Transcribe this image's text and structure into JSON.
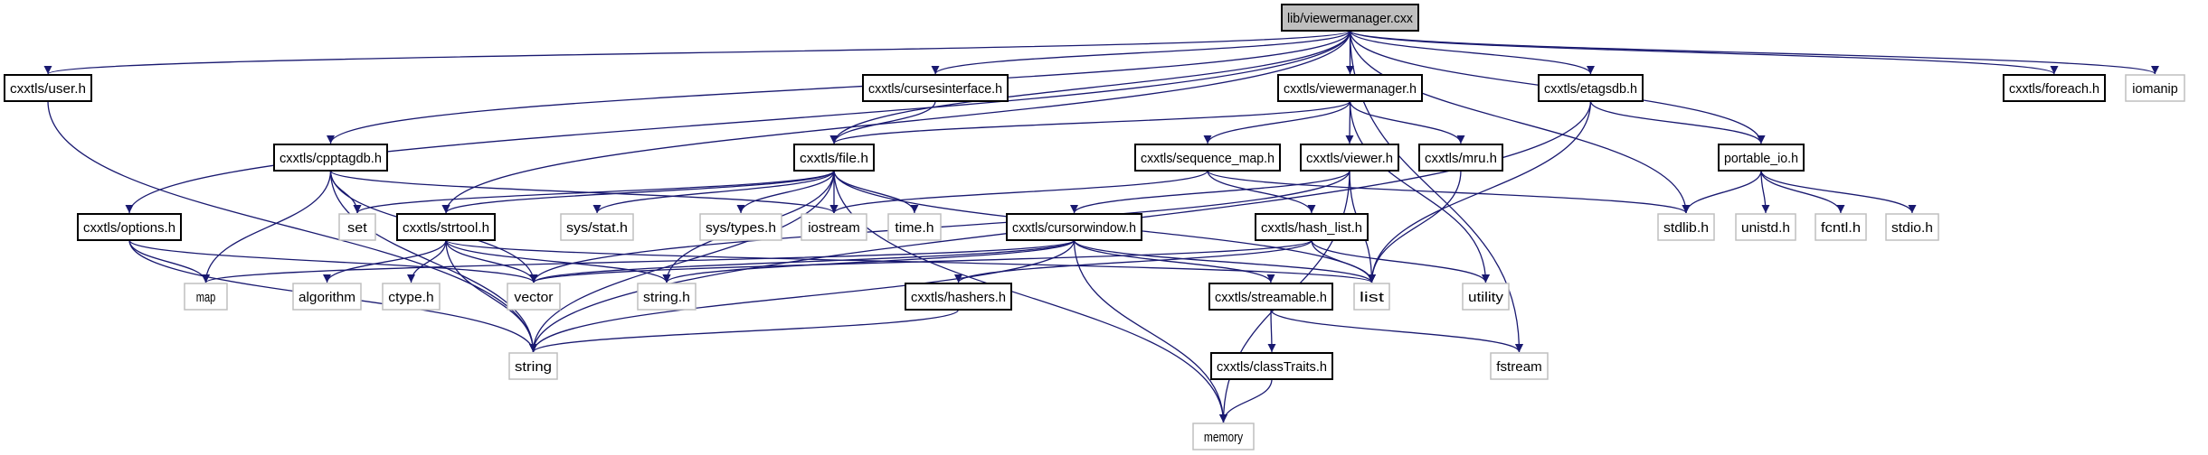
{
  "title": "lib/viewermanager.cxx",
  "colors": {
    "edge": "#191970",
    "root_fill": "#bfbfbf",
    "system_border": "#bfbfbf",
    "project_border": "#000000"
  },
  "nodes": [
    {
      "id": "root",
      "label": "lib/viewermanager.cxx",
      "kind": "root"
    },
    {
      "id": "user",
      "label": "cxxtls/user.h",
      "kind": "project"
    },
    {
      "id": "curses",
      "label": "cxxtls/cursesinterface.h",
      "kind": "project"
    },
    {
      "id": "vmh",
      "label": "cxxtls/viewermanager.h",
      "kind": "project"
    },
    {
      "id": "etags",
      "label": "cxxtls/etagsdb.h",
      "kind": "project"
    },
    {
      "id": "foreach",
      "label": "cxxtls/foreach.h",
      "kind": "project"
    },
    {
      "id": "iomanip",
      "label": "iomanip",
      "kind": "system"
    },
    {
      "id": "cpptag",
      "label": "cxxtls/cpptagdb.h",
      "kind": "project"
    },
    {
      "id": "file",
      "label": "cxxtls/file.h",
      "kind": "project"
    },
    {
      "id": "seqmap",
      "label": "cxxtls/sequence_map.h",
      "kind": "project"
    },
    {
      "id": "viewer",
      "label": "cxxtls/viewer.h",
      "kind": "project"
    },
    {
      "id": "mru",
      "label": "cxxtls/mru.h",
      "kind": "project"
    },
    {
      "id": "portable",
      "label": "portable_io.h",
      "kind": "project"
    },
    {
      "id": "options",
      "label": "cxxtls/options.h",
      "kind": "project"
    },
    {
      "id": "set",
      "label": "set",
      "kind": "system"
    },
    {
      "id": "strtool",
      "label": "cxxtls/strtool.h",
      "kind": "project"
    },
    {
      "id": "sysstat",
      "label": "sys/stat.h",
      "kind": "system"
    },
    {
      "id": "systypes",
      "label": "sys/types.h",
      "kind": "system"
    },
    {
      "id": "iostream",
      "label": "iostream",
      "kind": "system"
    },
    {
      "id": "time",
      "label": "time.h",
      "kind": "system"
    },
    {
      "id": "cursorwin",
      "label": "cxxtls/cursorwindow.h",
      "kind": "project"
    },
    {
      "id": "hashlist",
      "label": "cxxtls/hash_list.h",
      "kind": "project"
    },
    {
      "id": "stdlib",
      "label": "stdlib.h",
      "kind": "system"
    },
    {
      "id": "unistd",
      "label": "unistd.h",
      "kind": "system"
    },
    {
      "id": "fcntl",
      "label": "fcntl.h",
      "kind": "system"
    },
    {
      "id": "stdio",
      "label": "stdio.h",
      "kind": "system"
    },
    {
      "id": "map",
      "label": "map",
      "kind": "system"
    },
    {
      "id": "algorithm",
      "label": "algorithm",
      "kind": "system"
    },
    {
      "id": "ctype",
      "label": "ctype.h",
      "kind": "system"
    },
    {
      "id": "vector",
      "label": "vector",
      "kind": "system"
    },
    {
      "id": "stringh",
      "label": "string.h",
      "kind": "system"
    },
    {
      "id": "hashers",
      "label": "cxxtls/hashers.h",
      "kind": "project"
    },
    {
      "id": "streamable",
      "label": "cxxtls/streamable.h",
      "kind": "project"
    },
    {
      "id": "list",
      "label": "list",
      "kind": "system"
    },
    {
      "id": "utility",
      "label": "utility",
      "kind": "system"
    },
    {
      "id": "string",
      "label": "string",
      "kind": "system"
    },
    {
      "id": "classtraits",
      "label": "cxxtls/classTraits.h",
      "kind": "project"
    },
    {
      "id": "fstream",
      "label": "fstream",
      "kind": "system"
    },
    {
      "id": "memory",
      "label": "memory",
      "kind": "system"
    }
  ],
  "edges": [
    [
      "root",
      "user"
    ],
    [
      "root",
      "cpptag"
    ],
    [
      "root",
      "options"
    ],
    [
      "root",
      "strtool"
    ],
    [
      "root",
      "curses"
    ],
    [
      "root",
      "file"
    ],
    [
      "root",
      "vmh"
    ],
    [
      "root",
      "etags"
    ],
    [
      "root",
      "stdlib"
    ],
    [
      "root",
      "portable"
    ],
    [
      "root",
      "fstream"
    ],
    [
      "root",
      "foreach"
    ],
    [
      "root",
      "iomanip"
    ],
    [
      "user",
      "string"
    ],
    [
      "options",
      "map"
    ],
    [
      "options",
      "vector"
    ],
    [
      "options",
      "string"
    ],
    [
      "cpptag",
      "set"
    ],
    [
      "cpptag",
      "map"
    ],
    [
      "cpptag",
      "string"
    ],
    [
      "cpptag",
      "vector"
    ],
    [
      "cpptag",
      "iostream"
    ],
    [
      "strtool",
      "algorithm"
    ],
    [
      "strtool",
      "ctype"
    ],
    [
      "strtool",
      "vector"
    ],
    [
      "strtool",
      "string"
    ],
    [
      "strtool",
      "stringh"
    ],
    [
      "strtool",
      "list"
    ],
    [
      "curses",
      "file"
    ],
    [
      "file",
      "set"
    ],
    [
      "file",
      "strtool"
    ],
    [
      "file",
      "sysstat"
    ],
    [
      "file",
      "systypes"
    ],
    [
      "file",
      "iostream"
    ],
    [
      "file",
      "time"
    ],
    [
      "file",
      "stringh"
    ],
    [
      "file",
      "string"
    ],
    [
      "file",
      "list"
    ],
    [
      "file",
      "memory"
    ],
    [
      "vmh",
      "file"
    ],
    [
      "vmh",
      "seqmap"
    ],
    [
      "vmh",
      "viewer"
    ],
    [
      "vmh",
      "mru"
    ],
    [
      "vmh",
      "utility"
    ],
    [
      "seqmap",
      "iostream"
    ],
    [
      "seqmap",
      "hashlist"
    ],
    [
      "seqmap",
      "stdlib"
    ],
    [
      "viewer",
      "cursorwin"
    ],
    [
      "viewer",
      "list"
    ],
    [
      "viewer",
      "memory"
    ],
    [
      "viewer",
      "vector"
    ],
    [
      "mru",
      "list"
    ],
    [
      "etags",
      "portable"
    ],
    [
      "etags",
      "list"
    ],
    [
      "etags",
      "string"
    ],
    [
      "portable",
      "stdlib"
    ],
    [
      "portable",
      "unistd"
    ],
    [
      "portable",
      "fcntl"
    ],
    [
      "portable",
      "stdio"
    ],
    [
      "cursorwin",
      "map"
    ],
    [
      "cursorwin",
      "vector"
    ],
    [
      "cursorwin",
      "stringh"
    ],
    [
      "cursorwin",
      "string"
    ],
    [
      "cursorwin",
      "streamable"
    ],
    [
      "cursorwin",
      "memory"
    ],
    [
      "cursorwin",
      "list"
    ],
    [
      "hashlist",
      "vector"
    ],
    [
      "hashlist",
      "list"
    ],
    [
      "hashlist",
      "utility"
    ],
    [
      "hashlist",
      "hashers"
    ],
    [
      "hashers",
      "string"
    ],
    [
      "streamable",
      "classtraits"
    ],
    [
      "streamable",
      "fstream"
    ],
    [
      "classtraits",
      "memory"
    ]
  ]
}
